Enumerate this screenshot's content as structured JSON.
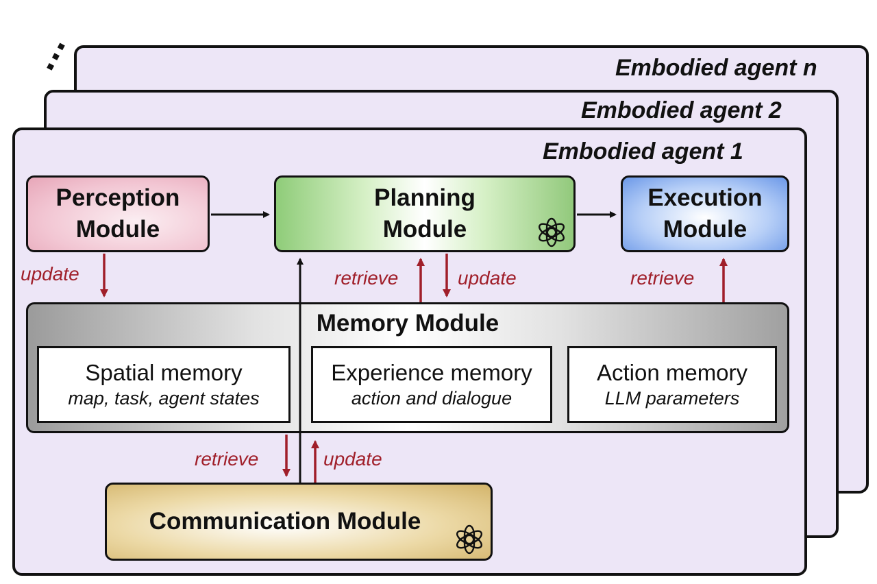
{
  "agents": {
    "agent_n_title": "Embodied agent n",
    "agent_2_title": "Embodied agent 2",
    "agent_1_title": "Embodied agent 1",
    "ellipsis": "..."
  },
  "modules": {
    "perception": {
      "line1": "Perception",
      "line2": "Module"
    },
    "planning": {
      "line1": "Planning",
      "line2": "Module",
      "icon": "openai-logo-icon"
    },
    "execution": {
      "line1": "Execution",
      "line2": "Module"
    },
    "communication": {
      "label": "Communication Module",
      "icon": "openai-logo-icon"
    }
  },
  "memory": {
    "title": "Memory Module",
    "boxes": [
      {
        "name": "Spatial memory",
        "desc": "map, task, agent states"
      },
      {
        "name": "Experience memory",
        "desc": "action and dialogue"
      },
      {
        "name": "Action memory",
        "desc": "LLM parameters"
      }
    ]
  },
  "edge_labels": {
    "perception_update": "update",
    "planning_retrieve": "retrieve",
    "planning_update": "update",
    "execution_retrieve": "retrieve",
    "comm_retrieve": "retrieve",
    "comm_update": "update"
  },
  "colors": {
    "edge_red": "#a01f2a",
    "agent_background": "#ede6f7"
  }
}
